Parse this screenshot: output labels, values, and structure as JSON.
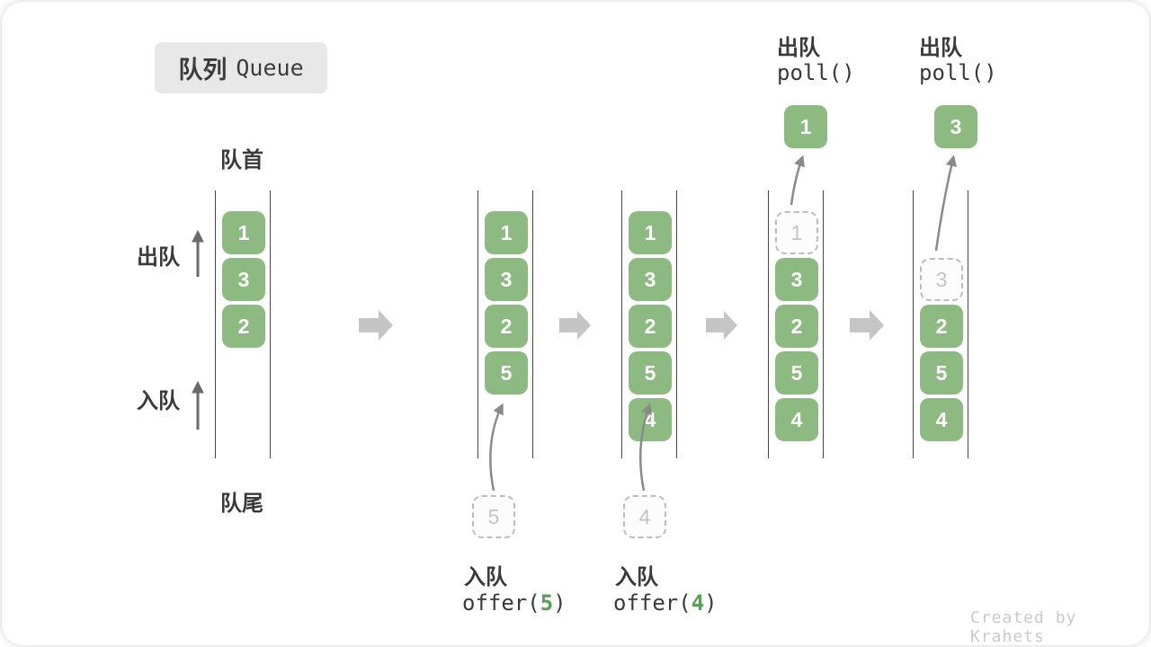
{
  "title": {
    "zh": "队列",
    "en": "Queue"
  },
  "labels": {
    "front": "队首",
    "rear": "队尾",
    "dequeue": "出队",
    "enqueue": "入队"
  },
  "queues": [
    {
      "slots": [
        {
          "v": "1",
          "style": "solid"
        },
        {
          "v": "3",
          "style": "solid"
        },
        {
          "v": "2",
          "style": "solid"
        }
      ]
    },
    {
      "slots": [
        {
          "v": "1",
          "style": "solid"
        },
        {
          "v": "3",
          "style": "solid"
        },
        {
          "v": "2",
          "style": "solid"
        },
        {
          "v": "5",
          "style": "solid"
        }
      ]
    },
    {
      "slots": [
        {
          "v": "1",
          "style": "solid"
        },
        {
          "v": "3",
          "style": "solid"
        },
        {
          "v": "2",
          "style": "solid"
        },
        {
          "v": "5",
          "style": "solid"
        },
        {
          "v": "4",
          "style": "solid"
        }
      ]
    },
    {
      "slots": [
        {
          "v": "1",
          "style": "dashed"
        },
        {
          "v": "3",
          "style": "solid"
        },
        {
          "v": "2",
          "style": "solid"
        },
        {
          "v": "5",
          "style": "solid"
        },
        {
          "v": "4",
          "style": "solid"
        }
      ]
    },
    {
      "slots": [
        {
          "v": "3",
          "style": "dashed"
        },
        {
          "v": "2",
          "style": "solid"
        },
        {
          "v": "5",
          "style": "solid"
        },
        {
          "v": "4",
          "style": "solid"
        }
      ]
    }
  ],
  "enqueue_ops": [
    {
      "label": "入队",
      "fn_open": "offer(",
      "arg": "5",
      "fn_close": ")",
      "pending": "5"
    },
    {
      "label": "入队",
      "fn_open": "offer(",
      "arg": "4",
      "fn_close": ")",
      "pending": "4"
    }
  ],
  "dequeue_ops": [
    {
      "label": "出队",
      "fn": "poll()",
      "value": "1"
    },
    {
      "label": "出队",
      "fn": "poll()",
      "value": "3"
    }
  ],
  "footer": "Created by Krahets",
  "colors": {
    "box_green": "#8CBA80",
    "arg_green": "#55A054",
    "flow_arrow_gray": "#C5C5C5",
    "dashed_border_gray": "#BDBDBD",
    "text_dark": "#3C3C3C"
  }
}
